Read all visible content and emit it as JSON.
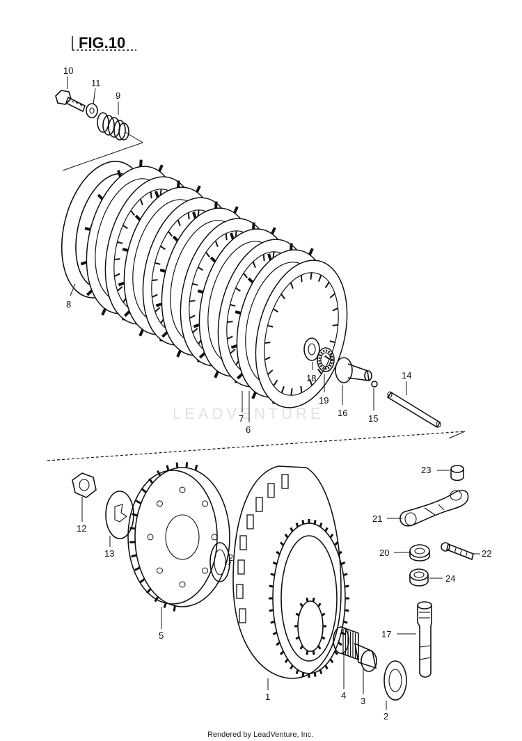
{
  "figure": {
    "title": "FIG.10"
  },
  "watermark": "LEADVENTURE",
  "footer": "Rendered by LeadVenture, Inc.",
  "callouts": [
    {
      "id": "c10",
      "text": "10"
    },
    {
      "id": "c11",
      "text": "11"
    },
    {
      "id": "c9",
      "text": "9"
    },
    {
      "id": "c8",
      "text": "8"
    },
    {
      "id": "c18",
      "text": "18"
    },
    {
      "id": "c19",
      "text": "19"
    },
    {
      "id": "c16",
      "text": "16"
    },
    {
      "id": "c15",
      "text": "15"
    },
    {
      "id": "c14",
      "text": "14"
    },
    {
      "id": "c7",
      "text": "7"
    },
    {
      "id": "c6",
      "text": "6"
    },
    {
      "id": "c23",
      "text": "23"
    },
    {
      "id": "c21",
      "text": "21"
    },
    {
      "id": "c20",
      "text": "20"
    },
    {
      "id": "c22",
      "text": "22"
    },
    {
      "id": "c24",
      "text": "24"
    },
    {
      "id": "c17",
      "text": "17"
    },
    {
      "id": "c12",
      "text": "12"
    },
    {
      "id": "c13",
      "text": "13"
    },
    {
      "id": "c2a",
      "text": "2"
    },
    {
      "id": "c5",
      "text": "5"
    },
    {
      "id": "c1",
      "text": "1"
    },
    {
      "id": "c4",
      "text": "4"
    },
    {
      "id": "c3",
      "text": "3"
    },
    {
      "id": "c2b",
      "text": "2"
    }
  ]
}
